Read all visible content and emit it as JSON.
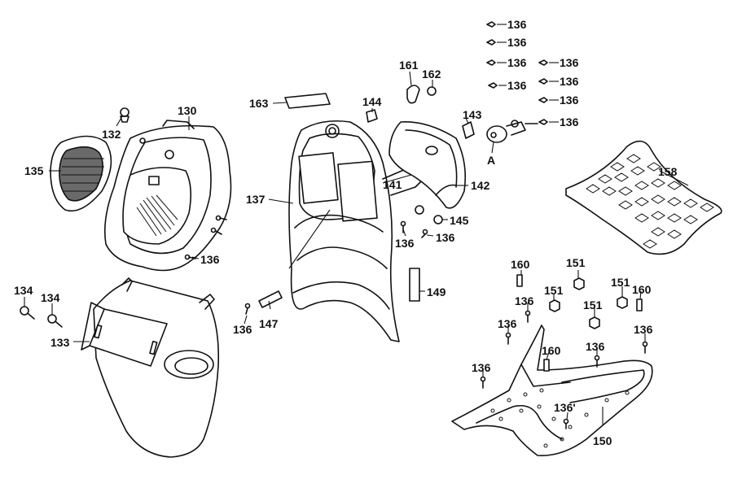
{
  "labels": {
    "l130": "130",
    "l132": "132",
    "l135": "135",
    "l136_cowl": "136",
    "l134a": "134",
    "l134b": "134",
    "l133": "133",
    "l163": "163",
    "l144": "144",
    "l161": "161",
    "l162": "162",
    "l143": "143",
    "lA": "A",
    "l137": "137",
    "l141": "141",
    "l142": "142",
    "l145": "145",
    "l136_a": "136",
    "l136_b": "136",
    "l149": "149",
    "l147": "147",
    "l136_c": "136",
    "l136_k1": "136",
    "l136_k2": "136",
    "l136_k3": "136",
    "l136_k4": "136",
    "l136_k5": "136",
    "l136_k6": "136",
    "l136_k7": "136",
    "l136_k8": "136",
    "l158": "158",
    "l160a": "160",
    "l151a": "151",
    "l151b": "151",
    "l151c": "151",
    "l151d": "151",
    "l160b": "160",
    "l136_f1": "136",
    "l136_f2": "136",
    "l136_f3": "136",
    "l136_f4": "136",
    "l136_f5": "136",
    "l160c": "160",
    "l136_f6": "136'",
    "l150": "150"
  },
  "colors": {
    "ink": "#111111",
    "paper": "#ffffff",
    "shade": "#6a6a6a"
  }
}
